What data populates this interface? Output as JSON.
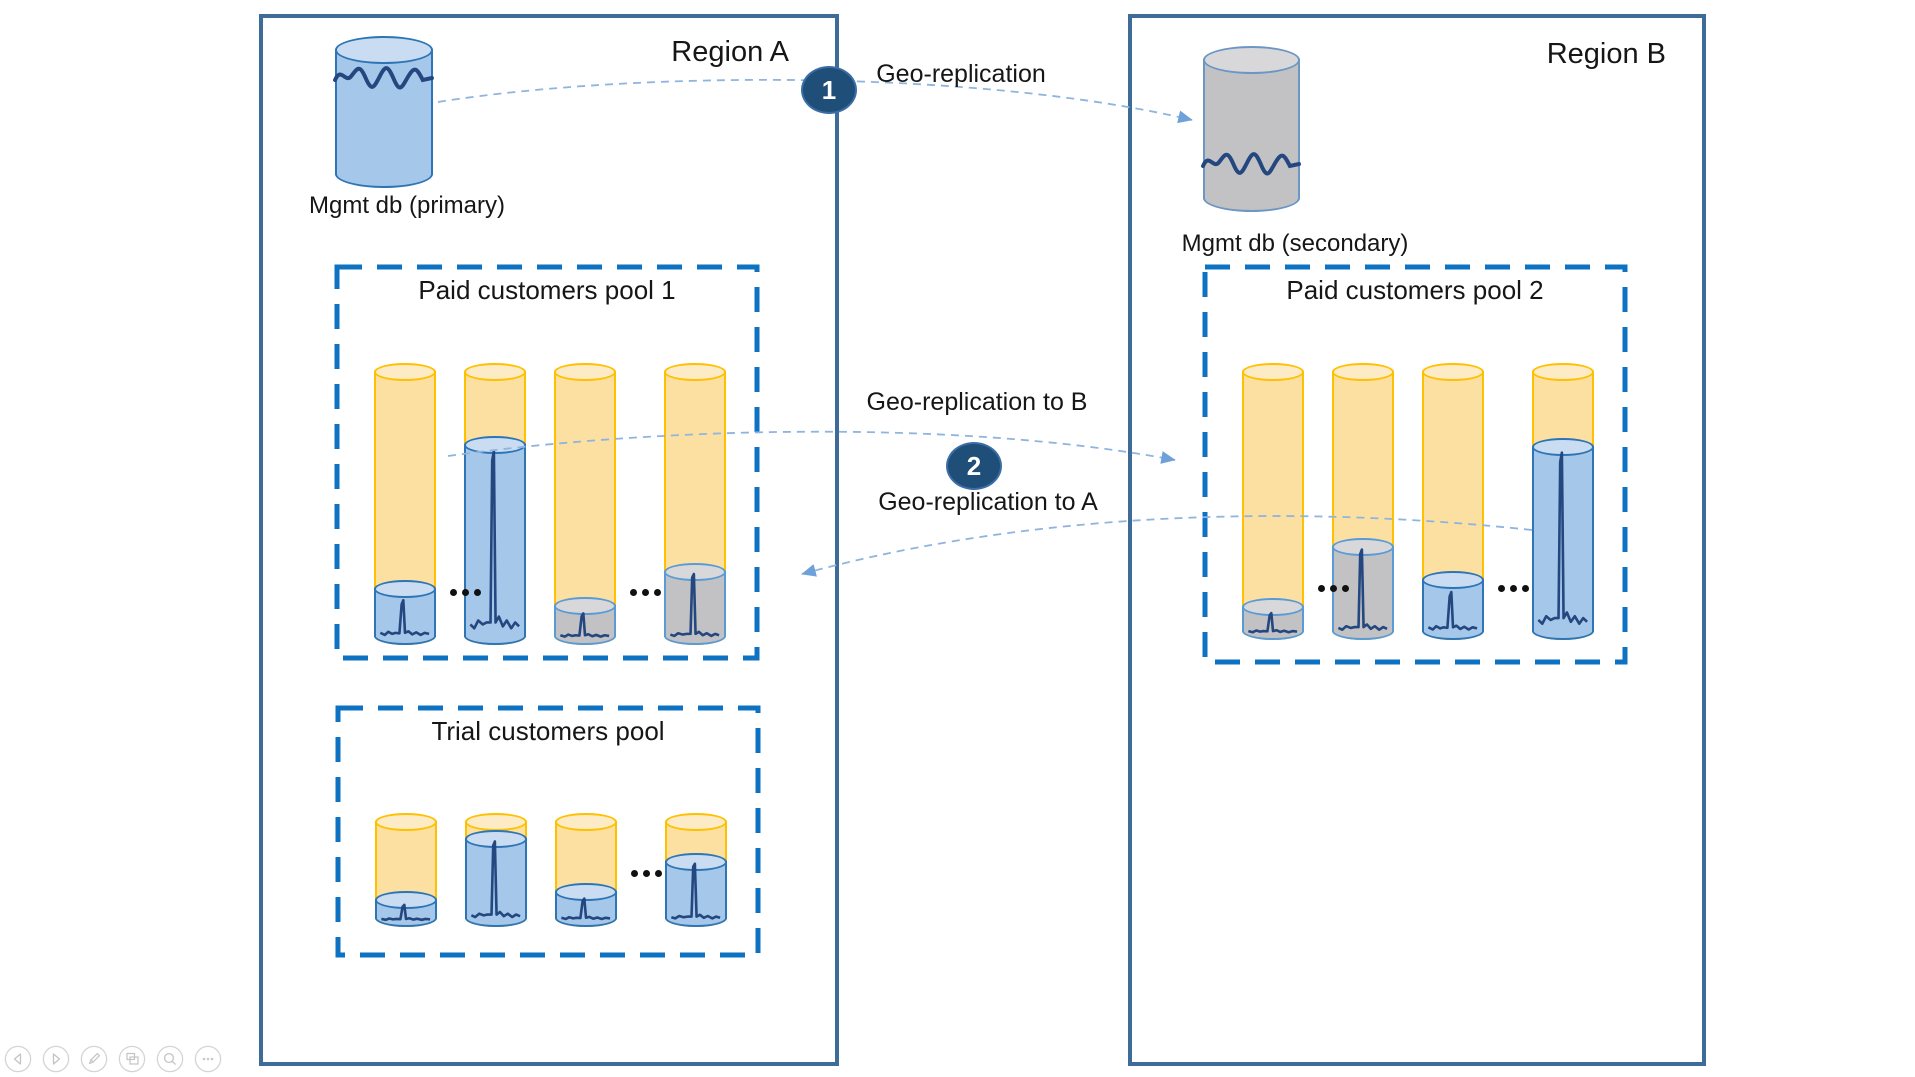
{
  "diagram": {
    "region_a": {
      "title": "Region A"
    },
    "region_b": {
      "title": "Region B"
    },
    "mgmt_primary": {
      "label": "Mgmt db (primary)",
      "role": "primary"
    },
    "mgmt_secondary": {
      "label": "Mgmt db (secondary)",
      "role": "secondary"
    },
    "arrows": [
      {
        "id": "mgmt-geo-replication",
        "badge": "1",
        "label": "Geo-replication"
      },
      {
        "id": "pool-geo-replication",
        "badge": "2",
        "label_to_b": "Geo-replication to B",
        "label_to_a": "Geo-replication to A"
      }
    ],
    "pools": [
      {
        "id": "paid-1",
        "region": "A",
        "title": "Paid customers pool 1",
        "databases": [
          {
            "used": 0.23,
            "state": "primary",
            "spike": "small"
          },
          {
            "used": 0.74,
            "state": "primary",
            "spike": "tall"
          },
          {
            "used": 0.17,
            "state": "secondary",
            "spike": "small"
          },
          {
            "used": 0.29,
            "state": "secondary",
            "spike": "tall"
          }
        ],
        "ellipsis_after": [
          0,
          2
        ]
      },
      {
        "id": "paid-2",
        "region": "B",
        "title": "Paid customers pool 2",
        "databases": [
          {
            "used": 0.15,
            "state": "secondary",
            "spike": "small"
          },
          {
            "used": 0.37,
            "state": "secondary",
            "spike": "tall"
          },
          {
            "used": 0.25,
            "state": "primary",
            "spike": "small"
          },
          {
            "used": 0.73,
            "state": "primary",
            "spike": "tall"
          }
        ],
        "ellipsis_after": [
          0,
          2
        ]
      },
      {
        "id": "trial",
        "region": "A",
        "title": "Trial customers pool",
        "databases": [
          {
            "used": 0.32,
            "state": "primary",
            "spike": "small"
          },
          {
            "used": 0.85,
            "state": "primary",
            "spike": "tall"
          },
          {
            "used": 0.39,
            "state": "primary",
            "spike": "small"
          },
          {
            "used": 0.65,
            "state": "primary",
            "spike": "tall"
          }
        ],
        "ellipsis_after": [
          2
        ]
      }
    ],
    "colors": {
      "region_border": "#3E6C99",
      "pool_border": "#0E72C2",
      "capacity_fill": "#FCE0A2",
      "capacity_border": "#FFC000",
      "primary_fill": "#A5C7EA",
      "primary_border": "#2E75B6",
      "secondary_fill": "#C2C2C5",
      "secondary_border": "#5B9BD5",
      "spike": "#24477F",
      "arrow": "#8FB4DE",
      "arrowhead": "#6FA1D9",
      "badge_fill": "#1F4E79",
      "badge_text": "#FFFFFF"
    }
  },
  "toolbar": {
    "buttons": [
      {
        "icon": "previous-slide-icon"
      },
      {
        "icon": "next-slide-icon"
      },
      {
        "icon": "pen-icon"
      },
      {
        "icon": "see-all-slides-icon"
      },
      {
        "icon": "magnifier-icon"
      },
      {
        "icon": "more-options-icon"
      }
    ]
  }
}
